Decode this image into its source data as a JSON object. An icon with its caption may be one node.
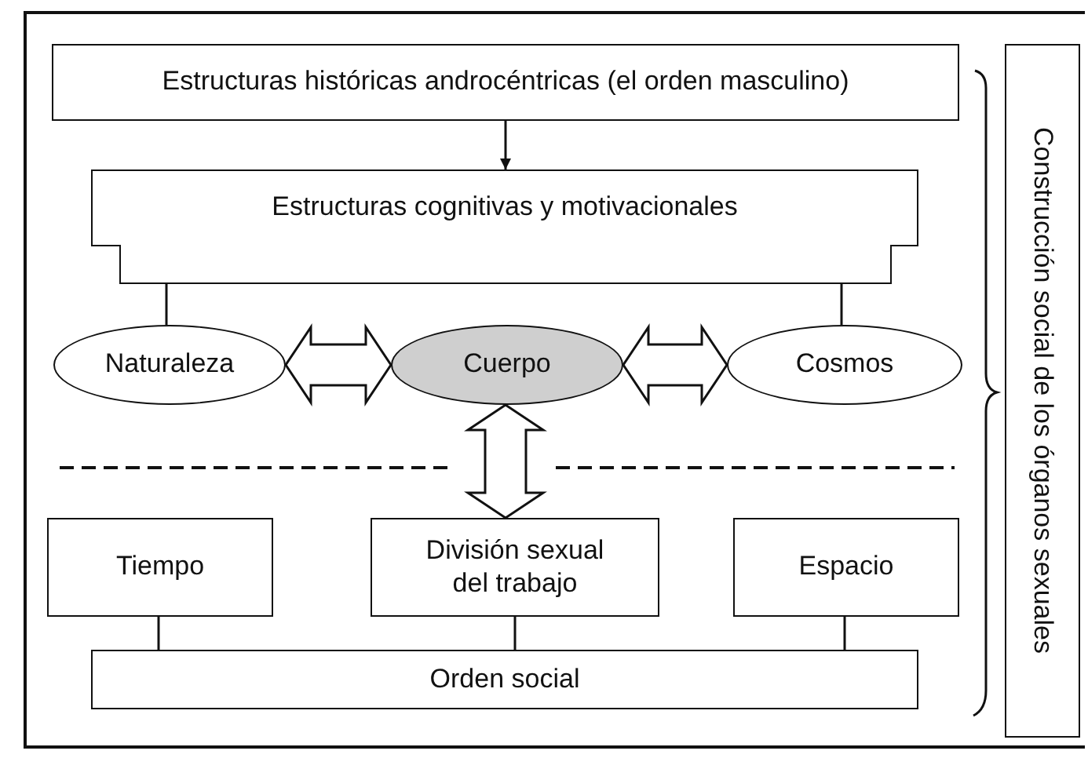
{
  "diagram": {
    "nodes": [
      {
        "text": [
          "Estructuras históricas androcéntricas (el orden masculino)"
        ]
      },
      {
        "text": [
          "Estructuras cognitivas y motivacionales"
        ]
      },
      {
        "text": [],
        "shape": "bar"
      },
      {
        "text": [
          "Naturaleza"
        ]
      },
      {
        "text": [
          "Cuerpo"
        ]
      },
      {
        "text": [
          "Cosmos"
        ]
      },
      {
        "text": [
          "Tiempo"
        ]
      },
      {
        "text": [
          "División sexual del trabajo"
        ]
      },
      {
        "text": [
          "Espacio"
        ]
      },
      {
        "text": [
          "Orden social"
        ]
      },
      {
        "text": [
          "Construcción social de los órganos sexuales"
        ]
      }
    ],
    "edges": [
      {
        "from": 0,
        "to": 1,
        "arrow": "to"
      },
      {
        "from": 2,
        "to": 3,
        "arrow": "none"
      },
      {
        "from": 2,
        "to": 5,
        "arrow": "none"
      },
      {
        "from": 3,
        "to": 4,
        "arrow": "both",
        "style": "thick"
      },
      {
        "from": 4,
        "to": 5,
        "arrow": "both",
        "style": "thick"
      },
      {
        "from": 4,
        "to": 7,
        "arrow": "both",
        "style": "thick"
      },
      {
        "from": 6,
        "to": 9,
        "arrow": "none"
      },
      {
        "from": 7,
        "to": 9,
        "arrow": "none"
      },
      {
        "from": 8,
        "to": 9,
        "arrow": "none"
      }
    ]
  }
}
